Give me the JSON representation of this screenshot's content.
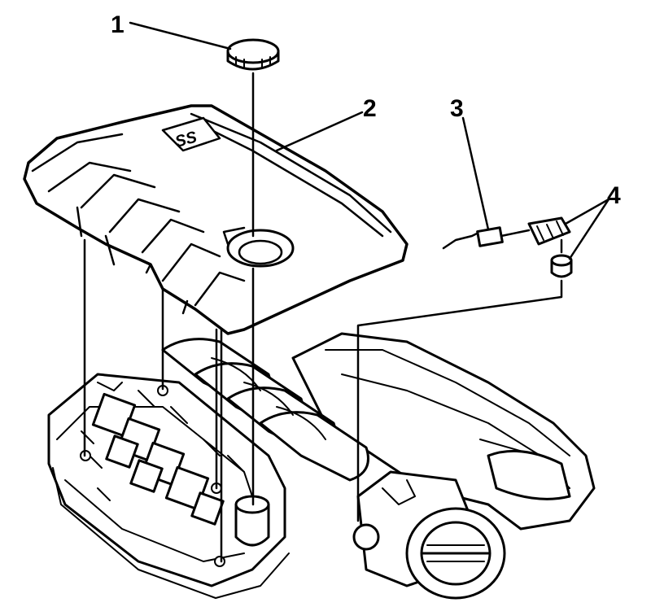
{
  "callouts": {
    "c1": "1",
    "c2": "2",
    "c3": "3",
    "c4": "4"
  },
  "cover_badge": "SS",
  "colors": {
    "line": "#000000",
    "background": "#ffffff"
  }
}
